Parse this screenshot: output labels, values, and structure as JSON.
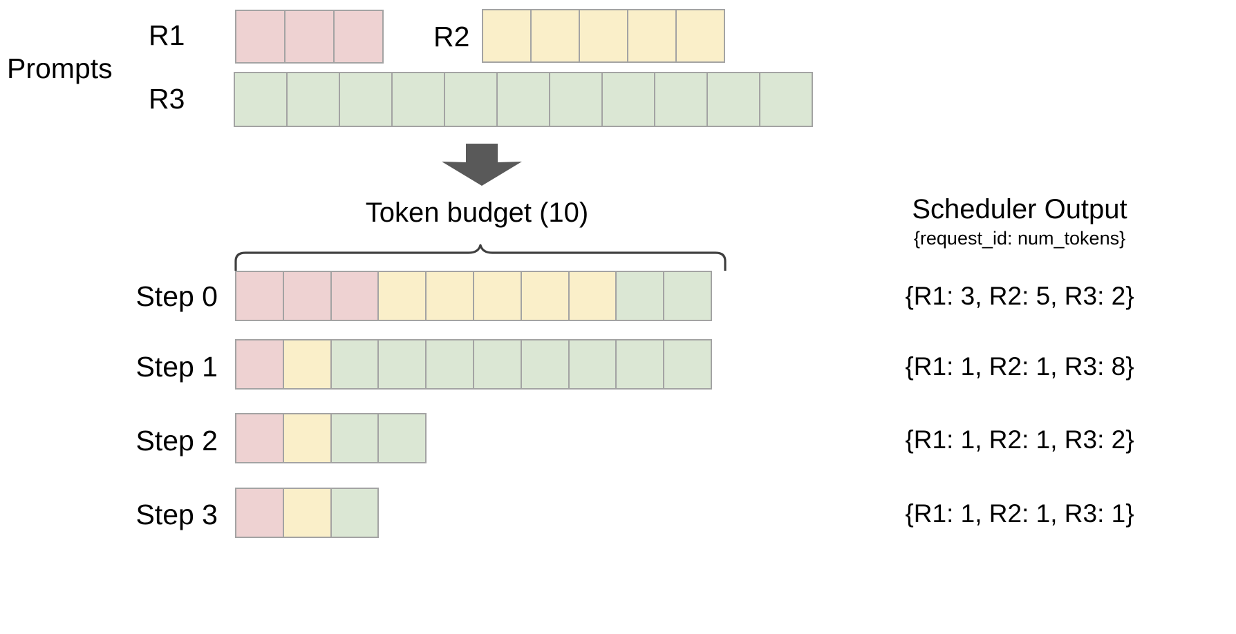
{
  "diagram": {
    "title_prompts": "Prompts",
    "token_budget_label": "Token  budget (10)",
    "arrow_icon": "down-arrow-icon",
    "brace_icon": "curly-brace-icon"
  },
  "colors": {
    "r1": "#eed2d2",
    "r2": "#faefc9",
    "r3": "#dbe7d4",
    "cell_border": "#a3a3a3",
    "arrow": "#595959",
    "brace": "#3f3f3f",
    "text": "#000000",
    "background": "#ffffff"
  },
  "prompts": {
    "group_label": "Prompts",
    "requests": [
      {
        "id": "R1",
        "label": "R1",
        "num_tokens": 3,
        "color_key": "r1"
      },
      {
        "id": "R2",
        "label": "R2",
        "num_tokens": 5,
        "color_key": "r2"
      },
      {
        "id": "R3",
        "label": "R3",
        "num_tokens": 11,
        "color_key": "r3"
      }
    ]
  },
  "scheduler": {
    "title": "Scheduler Output",
    "subtitle": "{request_id: num_tokens}",
    "token_budget": 10,
    "steps": [
      {
        "label": "Step 0",
        "output": "{R1: 3, R2: 5, R3: 2}",
        "allocation": [
          {
            "request": "R1",
            "tokens": 3,
            "color_key": "r1"
          },
          {
            "request": "R2",
            "tokens": 5,
            "color_key": "r2"
          },
          {
            "request": "R3",
            "tokens": 2,
            "color_key": "r3"
          }
        ]
      },
      {
        "label": "Step 1",
        "output": "{R1: 1, R2: 1, R3: 8}",
        "allocation": [
          {
            "request": "R1",
            "tokens": 1,
            "color_key": "r1"
          },
          {
            "request": "R2",
            "tokens": 1,
            "color_key": "r2"
          },
          {
            "request": "R3",
            "tokens": 8,
            "color_key": "r3"
          }
        ]
      },
      {
        "label": "Step 2",
        "output": "{R1: 1, R2: 1, R3: 2}",
        "allocation": [
          {
            "request": "R1",
            "tokens": 1,
            "color_key": "r1"
          },
          {
            "request": "R2",
            "tokens": 1,
            "color_key": "r2"
          },
          {
            "request": "R3",
            "tokens": 2,
            "color_key": "r3"
          }
        ]
      },
      {
        "label": "Step 3",
        "output": "{R1: 1, R2: 1, R3: 1}",
        "allocation": [
          {
            "request": "R1",
            "tokens": 1,
            "color_key": "r1"
          },
          {
            "request": "R2",
            "tokens": 1,
            "color_key": "r2"
          },
          {
            "request": "R3",
            "tokens": 1,
            "color_key": "r3"
          }
        ]
      }
    ]
  }
}
